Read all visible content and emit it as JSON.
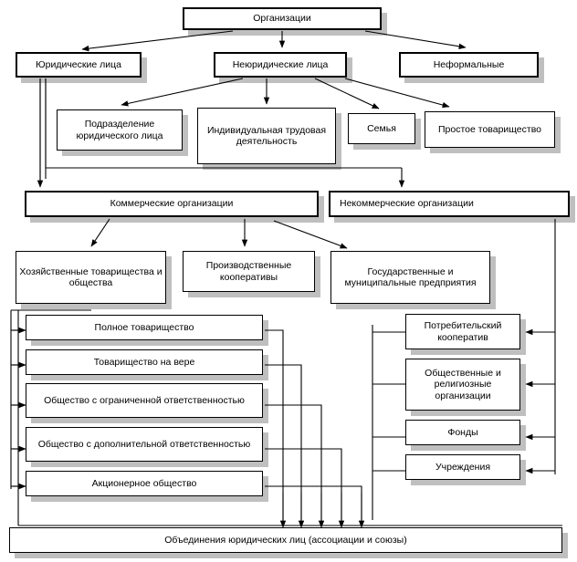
{
  "diagram": {
    "title_box": {
      "label": "Организации"
    },
    "level1": [
      {
        "id": "legal",
        "label": "Юридические лица"
      },
      {
        "id": "nonlegal",
        "label": "Неюридические лица"
      },
      {
        "id": "informal",
        "label": "Неформальные"
      }
    ],
    "level2": [
      {
        "id": "subdivision",
        "label": "Подразделение юридического лица"
      },
      {
        "id": "individual",
        "label": "Индивидуальная трудовая деятельность"
      },
      {
        "id": "family",
        "label": "Семья"
      },
      {
        "id": "simple",
        "label": "Простое товарищество"
      }
    ],
    "level3": [
      {
        "id": "commercial",
        "label": "Коммерческие организации"
      },
      {
        "id": "noncommercial",
        "label": "Некоммерческие организации"
      }
    ],
    "level4": [
      {
        "id": "economic",
        "label": "Хозяйственные товарищества и общества"
      },
      {
        "id": "coop",
        "label": "Производственные кооперативы"
      },
      {
        "id": "state",
        "label": "Государственные и муниципальные предприятия"
      }
    ],
    "commercial_forms": [
      {
        "id": "full-partnership",
        "label": "Полное товарищество"
      },
      {
        "id": "faith-partnership",
        "label": "Товарищество на вере"
      },
      {
        "id": "llc",
        "label": "Общество с ограниченной ответственностью"
      },
      {
        "id": "aldc",
        "label": "Общество с дополнительной ответственностью"
      },
      {
        "id": "joint-stock",
        "label": "Акционерное общество"
      }
    ],
    "noncommercial_forms": [
      {
        "id": "consumer-coop",
        "label": "Потребительский кооператив"
      },
      {
        "id": "public-religious",
        "label": "Общественные и религиозные организации"
      },
      {
        "id": "funds",
        "label": "Фонды"
      },
      {
        "id": "institutions",
        "label": "Учреждения"
      }
    ],
    "footer_box": {
      "label": "Объединения юридических лиц (ассоциации и союзы)"
    },
    "colors": {
      "line": "#000000",
      "box_fill": "#ffffff",
      "shadow": "#bfbfbf",
      "text": "#000000",
      "page_background": "#ffffff"
    }
  }
}
